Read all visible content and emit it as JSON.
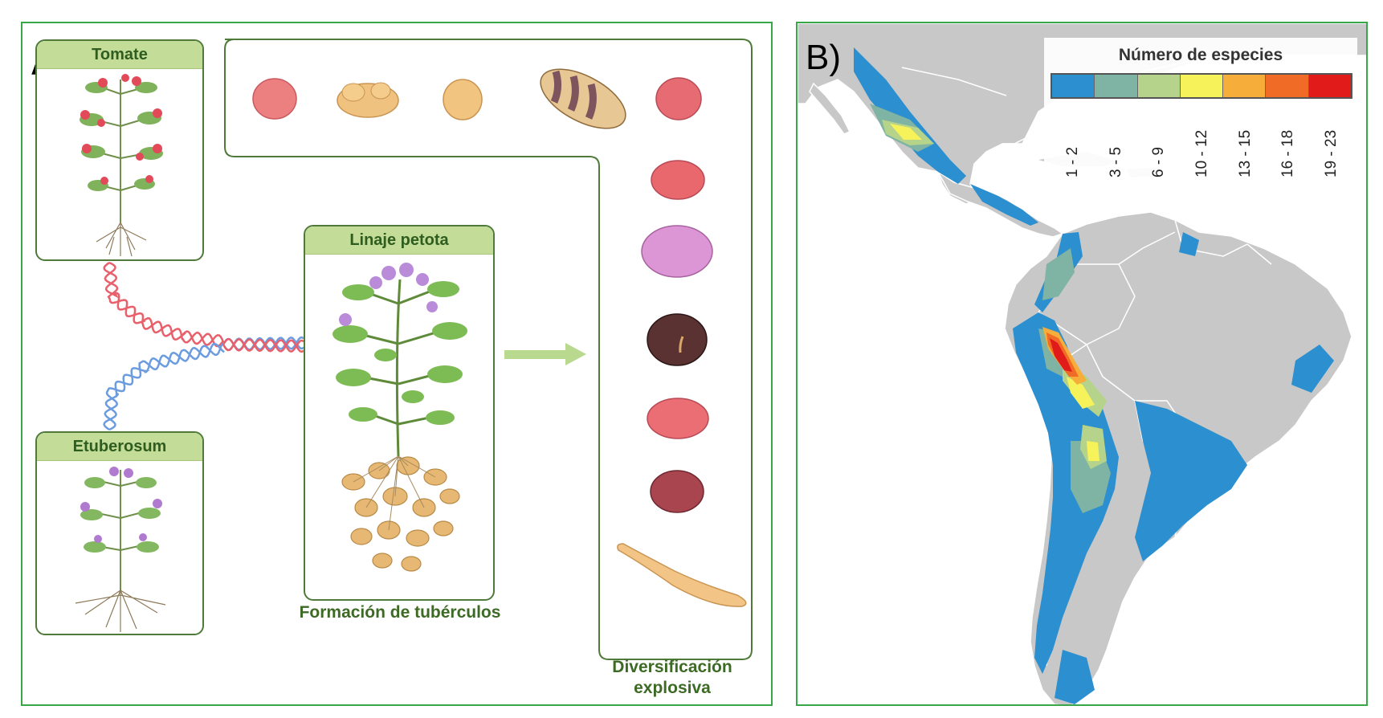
{
  "panel_a": {
    "label": "A)",
    "cards": {
      "tomate": "Tomate",
      "etuberosum": "Etuberosum",
      "petota": "Linaje petota"
    },
    "captions": {
      "tubers": "Formación de tubérculos",
      "diversification_line1": "Diversificación",
      "diversification_line2": "explosiva"
    },
    "colors": {
      "frame": "#3aa64a",
      "card_header": "#c3dc98",
      "text_green": "#3d6a24",
      "helix_red": "#e8606b",
      "helix_blue": "#6c9ce0",
      "arrow": "#b9d98f"
    }
  },
  "panel_b": {
    "label": "B)",
    "legend": {
      "title": "Número de especies",
      "classes": [
        "1 - 2",
        "3 - 5",
        "6 - 9",
        "10 - 12",
        "13 - 15",
        "16 - 18",
        "19 - 23"
      ],
      "colors": [
        "#2b8fd0",
        "#7fb3a3",
        "#b5d38a",
        "#f6f25a",
        "#f7ad3a",
        "#f06b26",
        "#e11a1a"
      ]
    },
    "colors": {
      "ocean": "#ffffff",
      "land": "#c8c8c8",
      "borders": "#ffffff"
    }
  }
}
